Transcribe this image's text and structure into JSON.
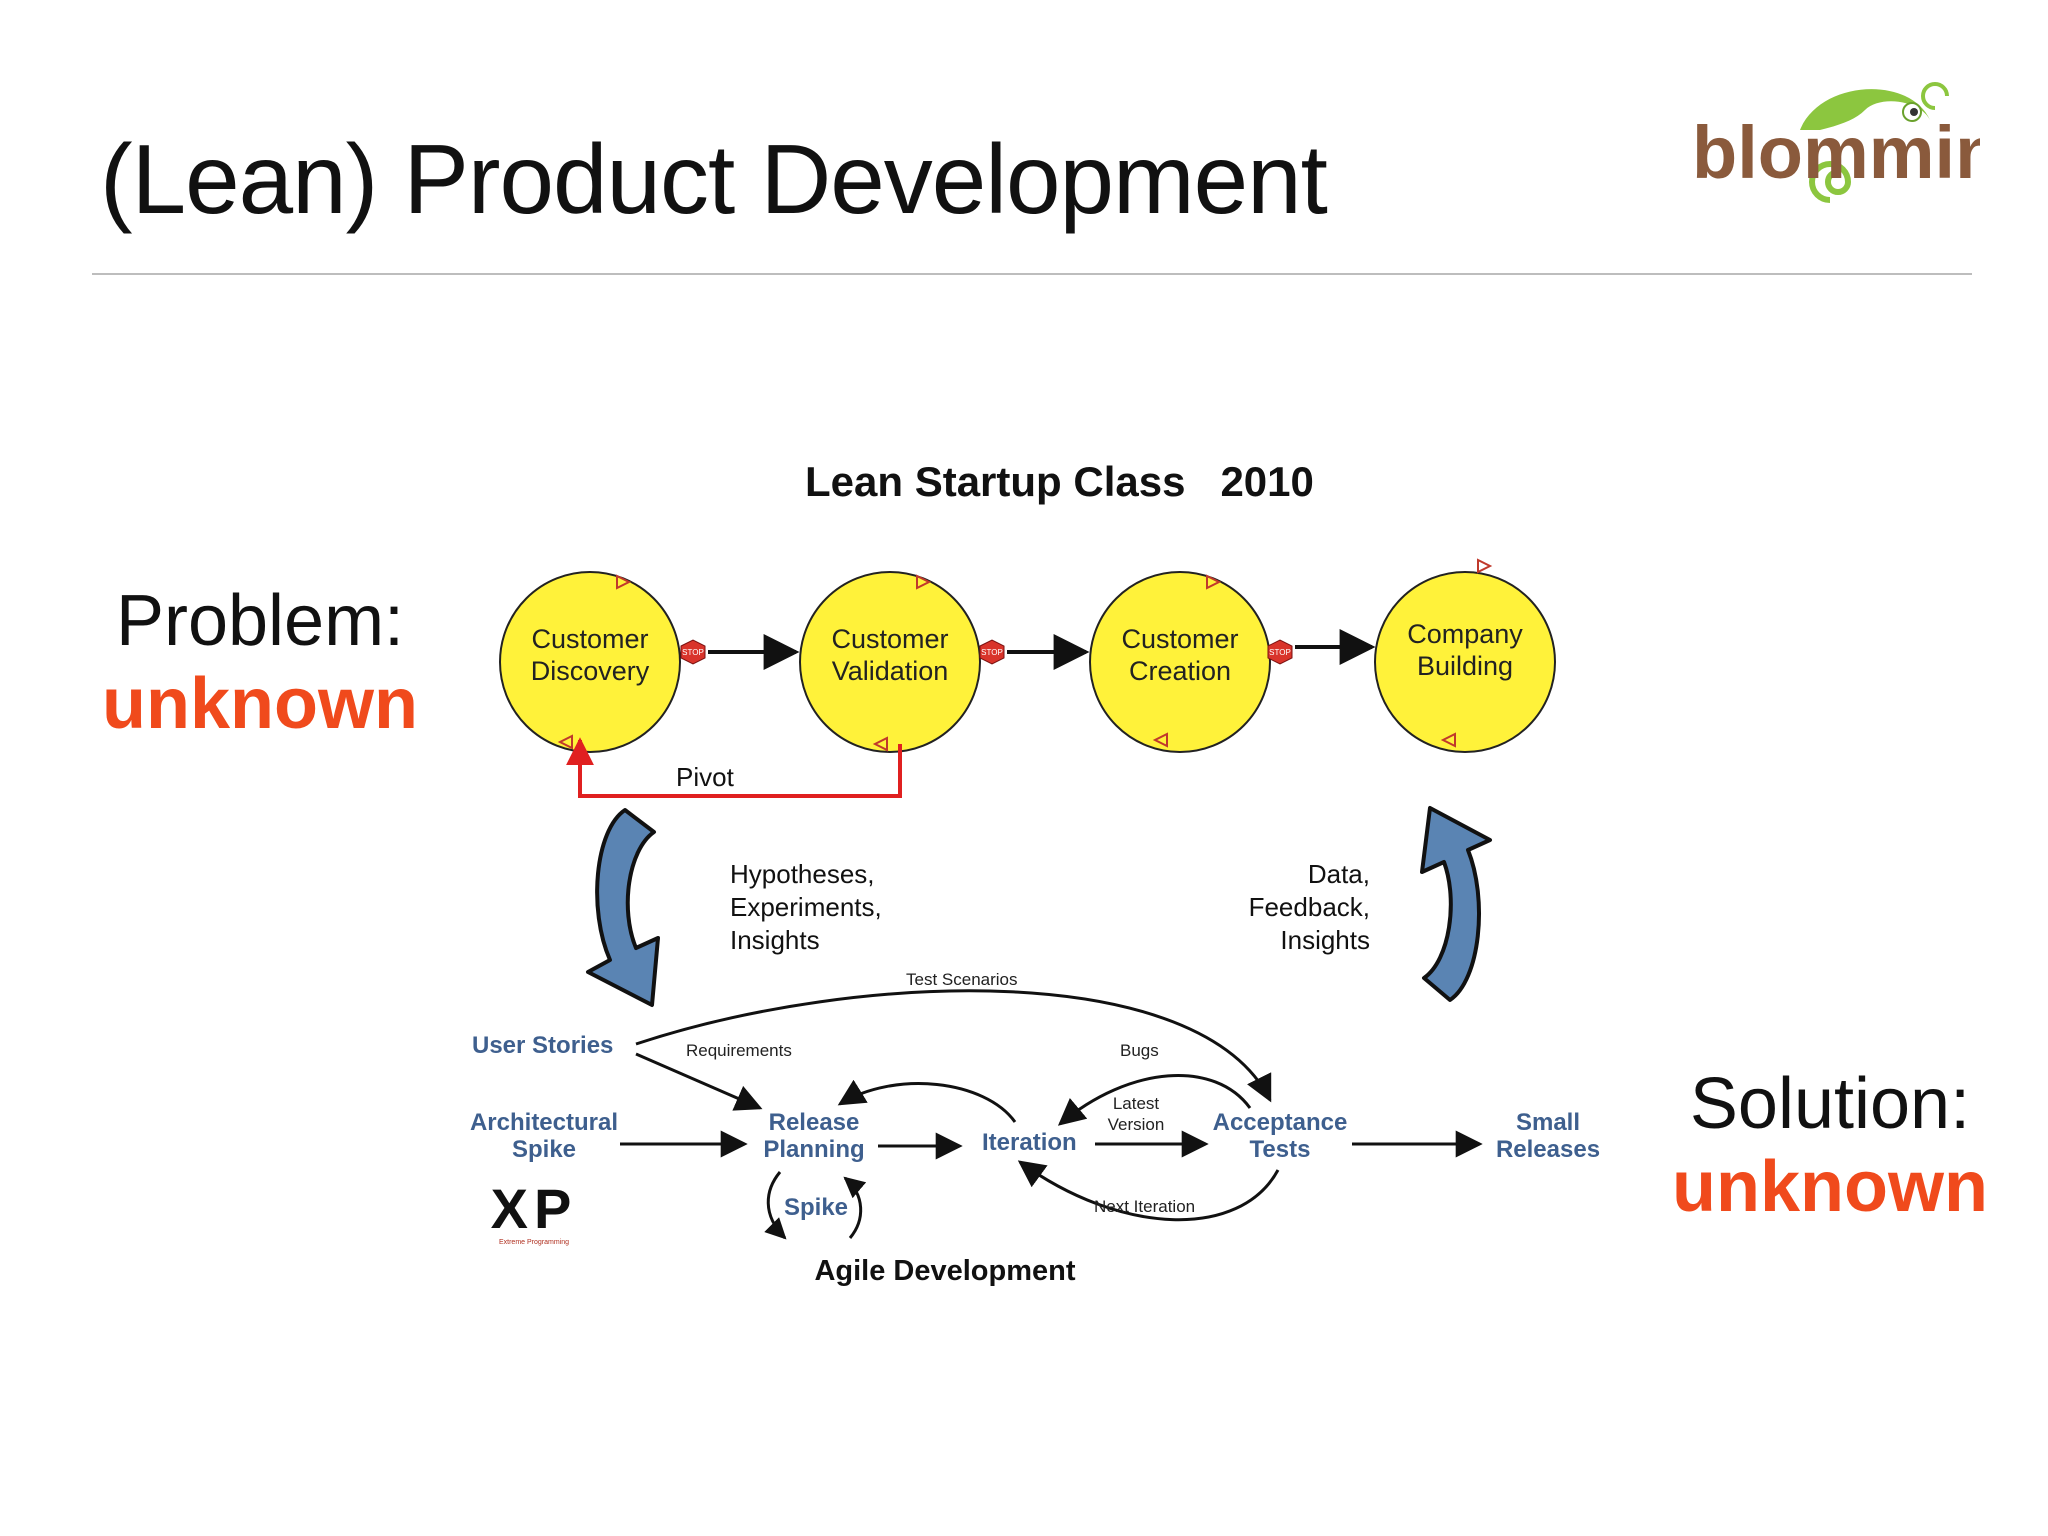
{
  "slide": {
    "title": "(Lean) Product Development"
  },
  "logo": {
    "text": "blomming",
    "colors": {
      "brown": "#8a5a3c",
      "green": "#8cc63f"
    }
  },
  "problem": {
    "label": "Problem:",
    "value": "unknown"
  },
  "solution": {
    "label": "Solution:",
    "value": "unknown"
  },
  "diagram": {
    "title": "Lean Startup Class   2010",
    "circles": [
      {
        "line1": "Customer",
        "line2": "Discovery"
      },
      {
        "line1": "Customer",
        "line2": "Validation"
      },
      {
        "line1": "Customer",
        "line2": "Creation"
      },
      {
        "line1": "Company",
        "line2": "Building"
      }
    ],
    "stop_label": "STOP",
    "pivot": "Pivot",
    "left_flow": [
      "Hypotheses,",
      "Experiments,",
      "Insights"
    ],
    "right_flow": [
      "Data,",
      "Feedback,",
      "Insights"
    ],
    "agile": {
      "user_stories": "User Stories",
      "architectural_spike": [
        "Architectural",
        "Spike"
      ],
      "release_planning": [
        "Release",
        "Planning"
      ],
      "spike": "Spike",
      "iteration": "Iteration",
      "acceptance_tests": [
        "Acceptance",
        "Tests"
      ],
      "small_releases": [
        "Small",
        "Releases"
      ],
      "test_scenarios": "Test Scenarios",
      "requirements": "Requirements",
      "bugs": "Bugs",
      "latest_version": [
        "Latest",
        "Version"
      ],
      "next_iteration": "Next Iteration",
      "xp_logo": "XP",
      "xp_caption": "Extreme Programming"
    },
    "footer": "Agile Development",
    "colors": {
      "circle_fill": "#fff23a",
      "pivot_line": "#e02020",
      "big_arrow": "#5a84b3",
      "agile_text": "#3e5f8e"
    }
  }
}
